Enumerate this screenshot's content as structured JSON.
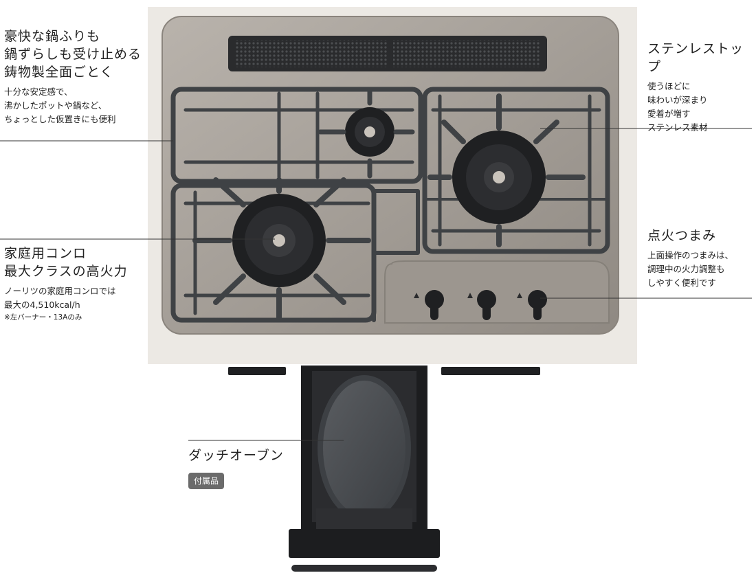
{
  "callouts": {
    "grate": {
      "title": "豪快な鍋ふりも\n鍋ずらしも受け止める\n鋳物製全面ごとく",
      "desc": "十分な安定感で、\n沸かしたポットや鍋など、\nちょっとした仮置きにも便利"
    },
    "power": {
      "title": "家庭用コンロ\n最大クラスの高火力",
      "desc": "ノーリツの家庭用コンロでは\n最大の4,510kcal/h",
      "note": "※左バーナー・13Aのみ"
    },
    "steel": {
      "title": "ステンレストップ",
      "desc": "使うほどに\n味わいが深まり\n愛着が増す\nステンレス素材"
    },
    "knob": {
      "title": "点火つまみ",
      "desc": "上面操作のつまみは、\n調理中の火力調整も\nしやすく便利です"
    },
    "oven": {
      "title": "ダッチオーブン",
      "badge": "付属品"
    }
  },
  "colors": {
    "backdrop": "#ece9e4",
    "stainless": "#a49e97",
    "cast_iron": "#3f4245",
    "burner": "#1f2022",
    "badge": "#6b6b6b",
    "leader_line": "#333333"
  },
  "icons": [
    "flame-icon",
    "knob-icon"
  ]
}
